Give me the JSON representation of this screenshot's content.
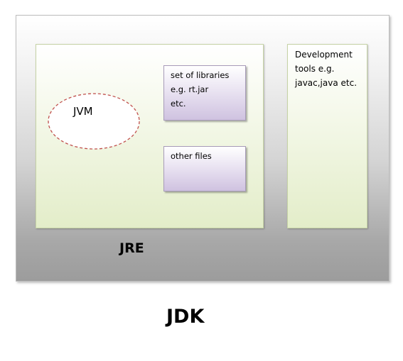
{
  "jdk": {
    "label": "JDK"
  },
  "jre": {
    "label": "JRE"
  },
  "jvm": {
    "label": "JVM"
  },
  "libraries": {
    "lines": [
      "set of libraries",
      "e.g. rt.jar",
      "etc."
    ]
  },
  "other_files": {
    "label": "other files"
  },
  "dev_tools": {
    "lines": [
      "Development",
      "tools e.g.",
      "javac,java etc."
    ]
  },
  "colors": {
    "jvm_dash": "#c0504d",
    "jre_fill": "#e3edc9",
    "lib_fill": "#cfc2e0",
    "jdk_fill": "#9c9c9c"
  }
}
